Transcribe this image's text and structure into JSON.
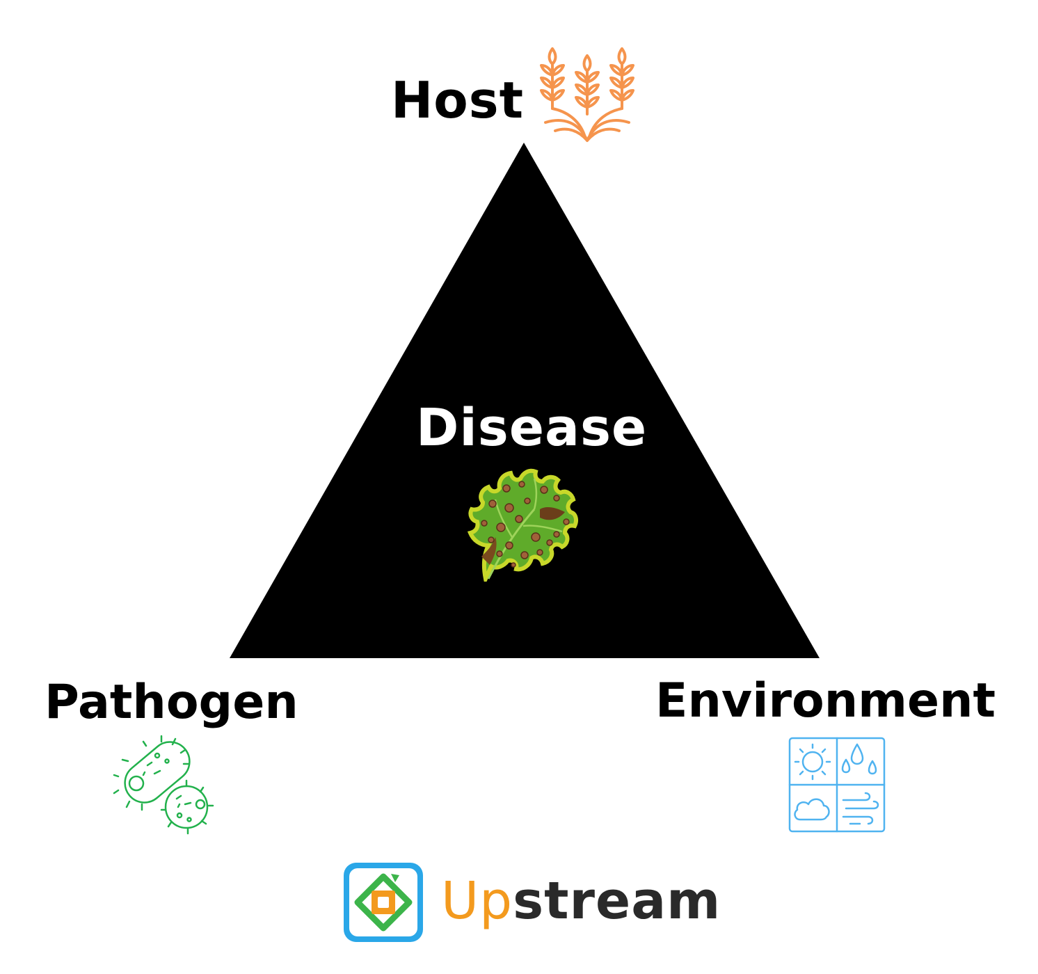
{
  "diagram": {
    "labels": {
      "host": "Host",
      "pathogen": "Pathogen",
      "environment": "Environment",
      "center": "Disease"
    },
    "icons": {
      "host": "wheat-icon",
      "pathogen": "bacteria-icon",
      "environment": "weather-grid-icon",
      "center": "diseased-leaf-icon"
    },
    "colors": {
      "triangle": "#000000",
      "host_icon": "#f5944d",
      "pathogen_icon": "#22b14c",
      "environment_icon": "#4fb3f0",
      "center_text": "#ffffff"
    }
  },
  "brand": {
    "name_part_a": "Up",
    "name_part_b": "stream",
    "logo_icon": "upstream-logo-icon",
    "colors": {
      "orange": "#f39a1e",
      "green": "#3cb44a",
      "blue": "#2aa7e8",
      "dark": "#2a2a2a"
    }
  }
}
